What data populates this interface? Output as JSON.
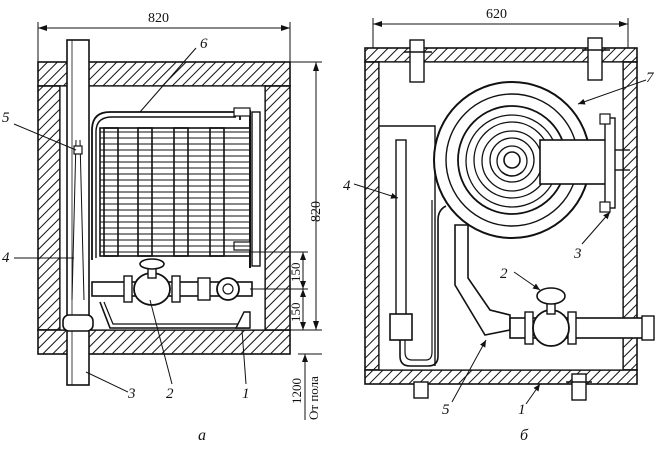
{
  "figure": {
    "panel_a": {
      "caption": "а",
      "dim_width": "820",
      "dim_height": "820",
      "dim_150_upper": "150",
      "dim_150_lower": "150",
      "dim_floor_value": "1200",
      "dim_floor_text": "От пола",
      "labels": [
        "1",
        "2",
        "3",
        "4",
        "5",
        "6"
      ]
    },
    "panel_b": {
      "caption": "б",
      "dim_width": "620",
      "labels": [
        "1",
        "2",
        "3",
        "4",
        "5",
        "7"
      ]
    }
  }
}
